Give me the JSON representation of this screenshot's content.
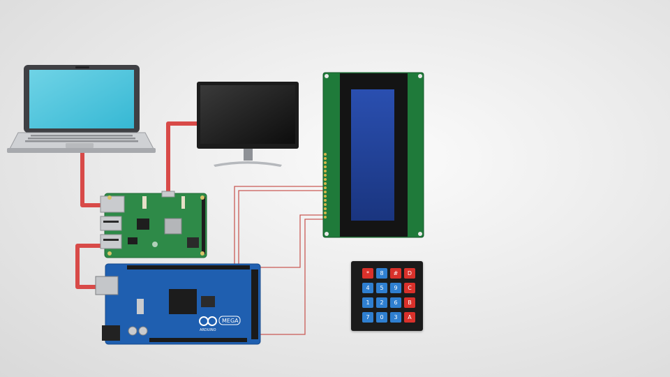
{
  "colors": {
    "power_cable": "#d84a48",
    "wire": "#c95a55",
    "arduino_board": "#1f5fb0",
    "pi_board": "#2e8a48",
    "lcd_pcb": "#1f7a3a",
    "lcd_screen": "#1d3f95",
    "key_blue": "#2f7fd0",
    "key_red": "#d9312b"
  },
  "devices": {
    "laptop": {
      "icon": "laptop-icon"
    },
    "monitor": {
      "icon": "monitor-icon"
    },
    "raspberry_pi": {
      "icon": "raspberry-pi-board-icon"
    },
    "arduino": {
      "icon": "arduino-mega-board-icon",
      "logo_text": "ARDUINO",
      "model_text": "MEGA"
    },
    "lcd": {
      "icon": "lcd-display-icon"
    },
    "keypad": {
      "icon": "keypad-icon",
      "keys": [
        {
          "label": "*",
          "color": "red"
        },
        {
          "label": "4",
          "color": "blue"
        },
        {
          "label": "1",
          "color": "blue"
        },
        {
          "label": "7",
          "color": "blue"
        },
        {
          "label": "8",
          "color": "blue"
        },
        {
          "label": "5",
          "color": "blue"
        },
        {
          "label": "2",
          "color": "blue"
        },
        {
          "label": "0",
          "color": "blue"
        },
        {
          "label": "#",
          "color": "red"
        },
        {
          "label": "9",
          "color": "blue"
        },
        {
          "label": "6",
          "color": "blue"
        },
        {
          "label": "3",
          "color": "blue"
        },
        {
          "label": "D",
          "color": "red"
        },
        {
          "label": "C",
          "color": "red"
        },
        {
          "label": "B",
          "color": "red"
        },
        {
          "label": "A",
          "color": "red"
        }
      ]
    }
  }
}
